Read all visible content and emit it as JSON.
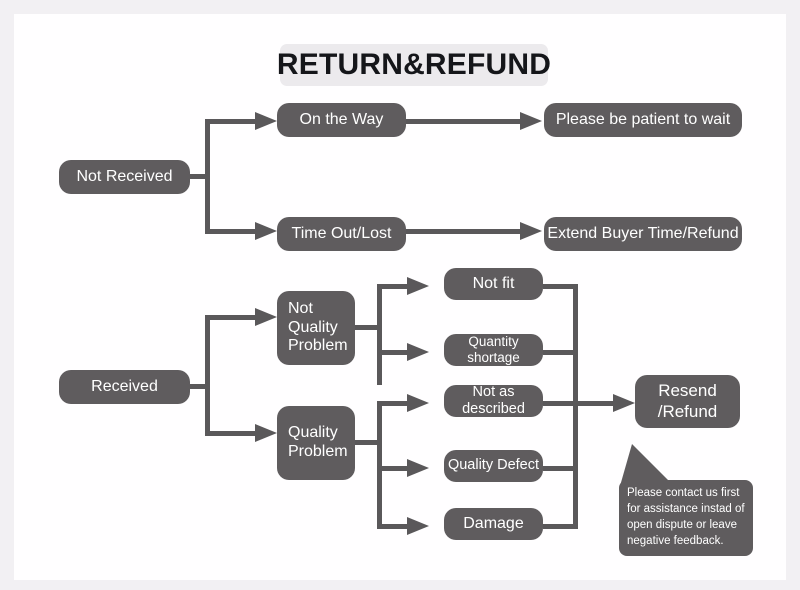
{
  "page": {
    "title": "RETURN&REFUND",
    "background_color": "#fffeff",
    "frame_color": "#f2f0f3",
    "node_color": "#5f5c5e",
    "connector_color": "#5a585a",
    "title_background": "#eceaed",
    "title_text_color": "#15161a",
    "node_text_color": "#ffffff"
  },
  "nodes": {
    "not_received": "Not Received",
    "on_the_way": "On the Way",
    "time_out_lost": "Time Out/Lost",
    "please_wait": "Please be patient to wait",
    "extend_buyer_time": "Extend Buyer Time/Refund",
    "received": "Received",
    "not_quality_problem": "Not\nQuality\nProblem",
    "quality_problem": "Quality\nProblem",
    "not_fit": "Not fit",
    "quantity_shortage": "Quantity shortage",
    "not_as_described": "Not as described",
    "quality_defect": "Quality Defect",
    "damage": "Damage",
    "resend_refund": "Resend\n/Refund"
  },
  "callout": {
    "text": "Please contact us first\nfor assistance instad of\nopen dispute or leave\nnegative feedback."
  }
}
